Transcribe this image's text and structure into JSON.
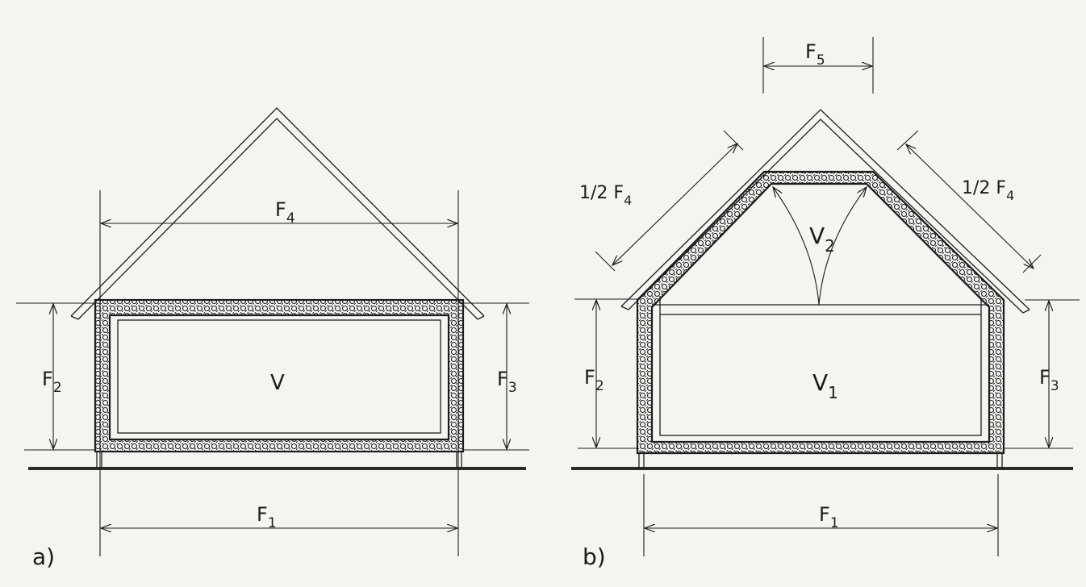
{
  "panel_a": {
    "tag": "a)",
    "volume_label": "V",
    "dimensions": {
      "F1": {
        "base": "F",
        "sub": "1"
      },
      "F2": {
        "base": "F",
        "sub": "2"
      },
      "F3": {
        "base": "F",
        "sub": "3"
      },
      "F4": {
        "base": "F",
        "sub": "4"
      }
    }
  },
  "panel_b": {
    "tag": "b)",
    "volume_1_label": {
      "base": "V",
      "sub": "1"
    },
    "volume_2_label": {
      "base": "V",
      "sub": "2"
    },
    "dimensions": {
      "F1": {
        "base": "F",
        "sub": "1"
      },
      "F2": {
        "base": "F",
        "sub": "2"
      },
      "F3": {
        "base": "F",
        "sub": "3"
      },
      "F4_half_left": {
        "prefix": "1/2 F",
        "sub": "4"
      },
      "F4_half_right": {
        "prefix": "1/2 F",
        "sub": "4"
      },
      "F5": {
        "base": "F",
        "sub": "5"
      }
    }
  },
  "colors": {
    "ink": "#1c1c1c",
    "paper": "#f4f4f1"
  }
}
